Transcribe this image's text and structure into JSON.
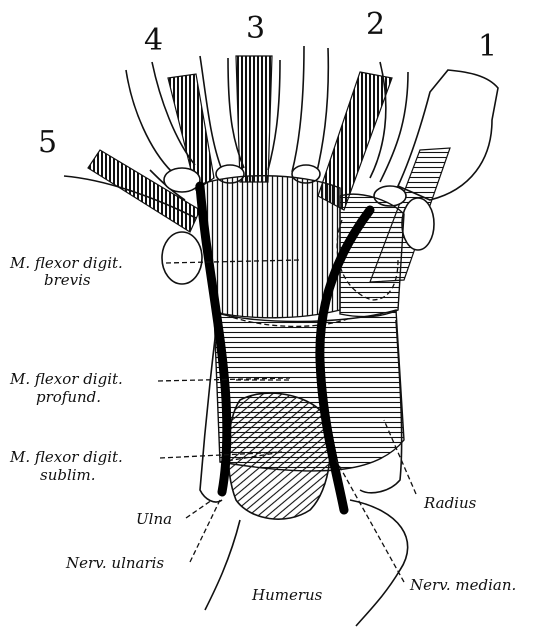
{
  "digits": {
    "d1": "1",
    "d2": "2",
    "d3": "3",
    "d4": "4",
    "d5": "5"
  },
  "labels": {
    "flexor_brevis_line1": "M. flexor digit.",
    "flexor_brevis_line2": "brevis",
    "flexor_profund_line1": "M. flexor digit.",
    "flexor_profund_line2": "profund.",
    "flexor_sublim_line1": "M. flexor digit.",
    "flexor_sublim_line2": "sublim.",
    "ulna": "Ulna",
    "nerv_ulnaris": "Nerv. ulnaris",
    "humerus": "Humerus",
    "nerv_median": "Nerv. median.",
    "radius": "Radius"
  }
}
